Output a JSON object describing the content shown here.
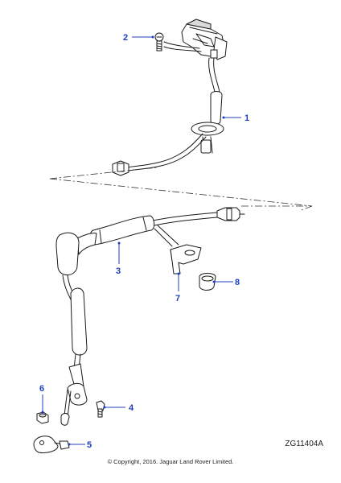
{
  "callouts": {
    "c1": "1",
    "c2": "2",
    "c3": "3",
    "c4": "4",
    "c5": "5",
    "c6": "6",
    "c7": "7",
    "c8": "8"
  },
  "figure_id": "ZG11404A",
  "copyright": "© Copyright, 2016. Jaguar Land Rover Limited.",
  "colors": {
    "callout": "#1f3fbf",
    "line": "#1a1a1a"
  }
}
